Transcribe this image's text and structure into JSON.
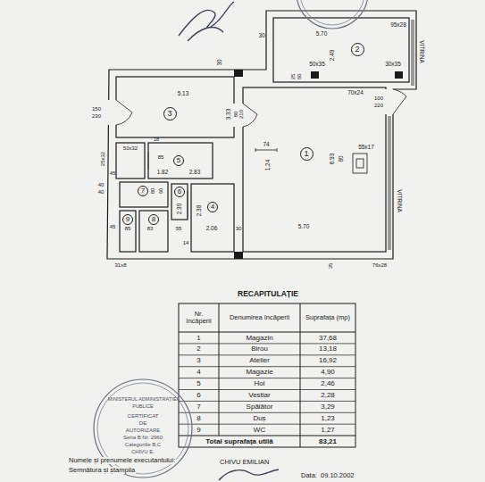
{
  "diagram": {
    "nodes": [
      {
        "text": [
          "1"
        ]
      },
      {
        "text": [
          "2"
        ]
      },
      {
        "text": [
          "3"
        ]
      },
      {
        "text": [
          "4"
        ]
      },
      {
        "text": [
          "5"
        ]
      },
      {
        "text": [
          "6"
        ]
      },
      {
        "text": [
          "7"
        ]
      },
      {
        "text": [
          "8"
        ]
      },
      {
        "text": [
          "9"
        ]
      }
    ],
    "labels": [
      "30",
      "5.70",
      "95x28",
      "2.49",
      "50x35",
      "30x35",
      "30",
      "25",
      "60",
      "70x24",
      "100",
      "220",
      "5.13",
      "150",
      "230",
      "3.33",
      "80",
      "210",
      "74",
      "6.93",
      "80",
      "1.24",
      "55x17",
      "25x32",
      "50x32",
      "18",
      "45",
      "1.82",
      "85",
      "2.83",
      "40",
      "40",
      "80",
      "60",
      "2.30",
      "2.38",
      "45",
      "85",
      "83",
      "55",
      "14",
      "2.06",
      "30",
      "5.70",
      "31x8",
      "35",
      "76x28",
      "VITRINA",
      "VITRINA",
      "RECAPITULAȚIE",
      "Nr. încăperii",
      "Denumirea încăperii",
      "Suprafața (mp)",
      "1",
      "Magazin",
      "37,68",
      "2",
      "Birou",
      "13,18",
      "3",
      "Atelier",
      "16,92",
      "4",
      "Magazie",
      "4,90",
      "5",
      "Hol",
      "2,46",
      "6",
      "Vestiar",
      "2,28",
      "7",
      "Spălător",
      "3,29",
      "8",
      "Duș",
      "1,23",
      "9",
      "WC",
      "1,27",
      "Total suprafața utilă",
      "83,21",
      "Numele și prenumele executantului:",
      "CHIVU EMILIAN",
      "Semnătura și ștampila",
      "Data:",
      "09.10.2002",
      "MINISTERUL ADMINISTRAȚIEI",
      "PUBLICE",
      "CERTIFICAT",
      "DE",
      "AUTORIZARE",
      "Seria B Nr. 2960",
      "Categoriile B,C",
      "CHIVU E."
    ]
  }
}
